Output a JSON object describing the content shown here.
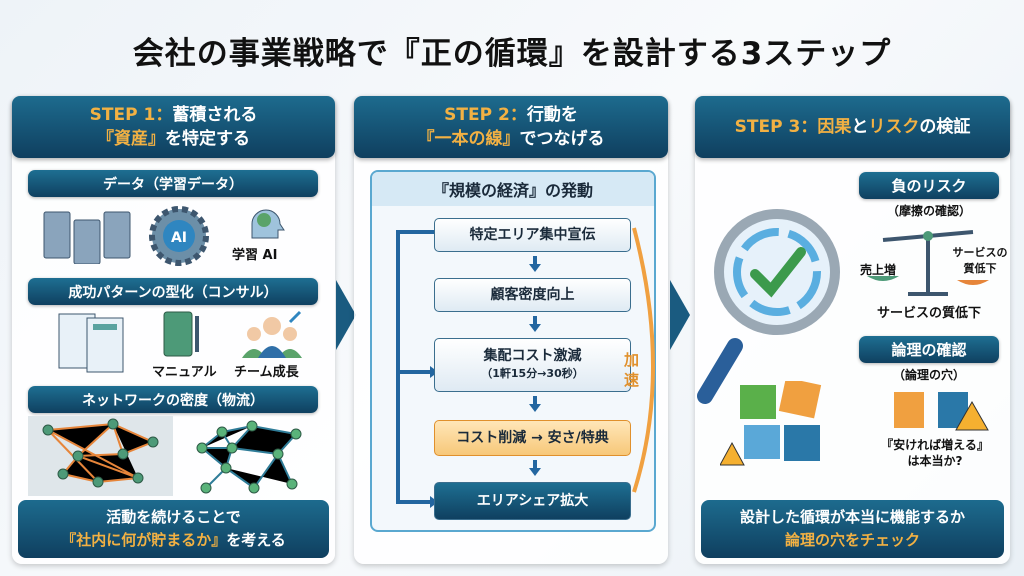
{
  "title": "会社の事業戦略で『正の循環』を設計する3ステップ",
  "step1": {
    "header_a": "STEP 1：",
    "header_b": "蓄積される",
    "header_c": "『資産』",
    "header_d": "を特定する",
    "sections": [
      "データ（学習データ）",
      "成功パターンの型化（コンサル）",
      "ネットワークの密度（物流）"
    ],
    "icon_labels": {
      "ai": "学習 AI",
      "manual": "マニュアル",
      "team": "チーム成長",
      "gear": "AI"
    },
    "footer_a": "活動を続けることで",
    "footer_b": "『社内に何が貯まるか』",
    "footer_c": "を考える"
  },
  "step2": {
    "header_a": "STEP 2：",
    "header_b": "行動を",
    "header_c": "『一本の線』",
    "header_d": "でつなげる",
    "box_title": "『規模の経済』の発動",
    "flow": [
      "特定エリア集中宣伝",
      "顧客密度向上",
      "集配コスト激減",
      "コスト削減 → 安さ/特典",
      "エリアシェア拡大"
    ],
    "flow_sub": "（1軒15分→30秒）",
    "accel": "加速"
  },
  "step3": {
    "header_a": "STEP 3：",
    "header_b": "因果",
    "header_c": "と",
    "header_d": "リスク",
    "header_e": "の検証",
    "risk_title": "負のリスク",
    "risk_sub": "（摩擦の確認）",
    "scale_left": "売上増",
    "scale_right": "サービスの質低下",
    "risk_caption": "サービスの質低下",
    "logic_title": "論理の確認",
    "logic_sub": "（論理の穴）",
    "logic_q1": "『安ければ増える』",
    "logic_q2": "は本当か?",
    "footer_a": "設計した循環が本当に機能するか",
    "footer_b": "論理の穴をチェック"
  },
  "colors": {
    "navy": "#0f3f5f",
    "gold": "#f2b143",
    "orange": "#f0a040"
  }
}
